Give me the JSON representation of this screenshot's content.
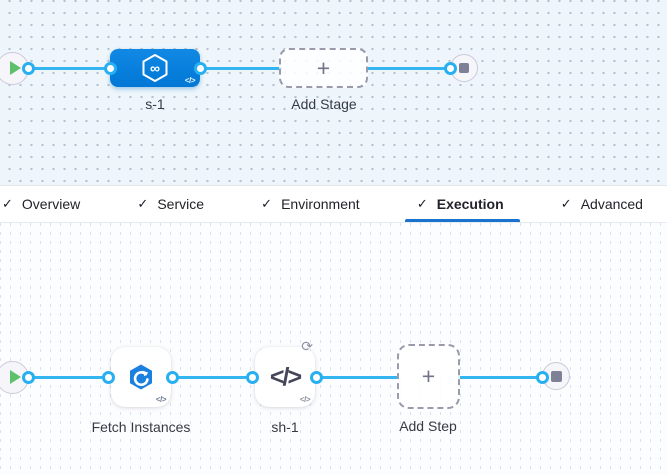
{
  "stage_graph": {
    "stage": {
      "name": "s-1",
      "code_badge": "</>",
      "infinity_glyph": "∞"
    },
    "add_stage": {
      "label": "Add Stage",
      "plus_glyph": "+"
    }
  },
  "tab_bar": {
    "check_glyph": "✓",
    "tabs": [
      {
        "label": "Overview"
      },
      {
        "label": "Service"
      },
      {
        "label": "Environment"
      },
      {
        "label": "Execution",
        "active": true
      },
      {
        "label": "Advanced"
      }
    ]
  },
  "execution_graph": {
    "steps": [
      {
        "name": "Fetch Instances",
        "code_badge": "</>"
      },
      {
        "name": "sh-1",
        "code_badge": "</>",
        "loop_glyph": "⟳"
      }
    ],
    "add_step": {
      "label": "Add Step",
      "plus_glyph": "+"
    }
  },
  "colors": {
    "edge_blue": "#33b5f2",
    "stage_blue": "#0582dc",
    "active_tab_underline": "#1a72cf",
    "play_green": "#5ec06a"
  }
}
